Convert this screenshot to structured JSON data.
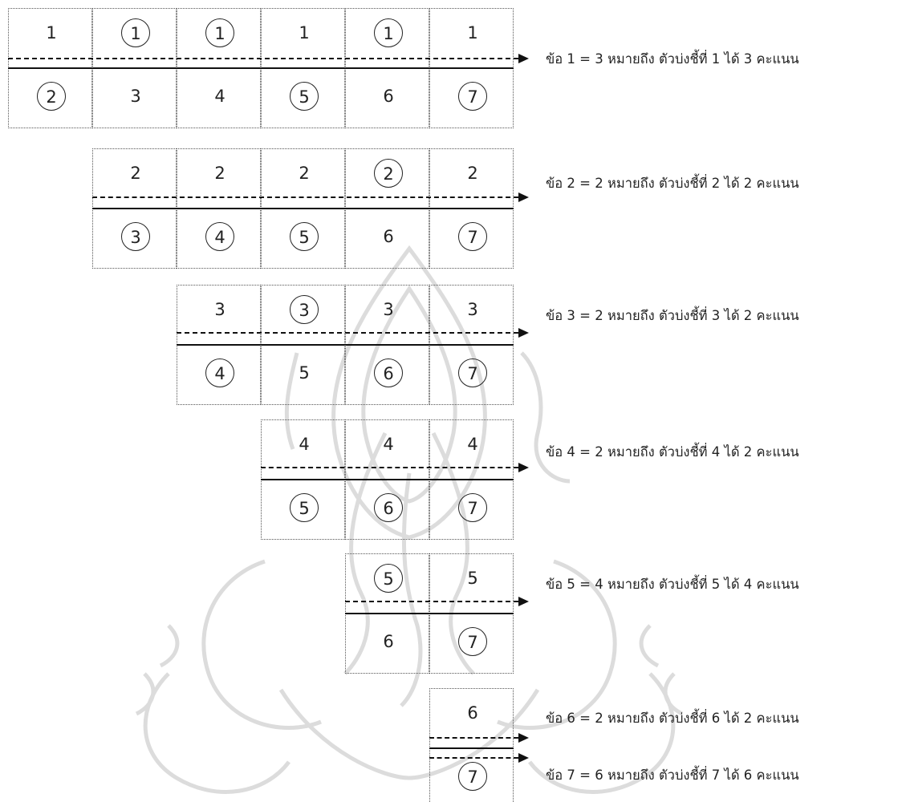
{
  "rows": [
    {
      "id": "1",
      "top_values": [
        {
          "v": "1",
          "c": false
        },
        {
          "v": "1",
          "c": true
        },
        {
          "v": "1",
          "c": true
        },
        {
          "v": "1",
          "c": false
        },
        {
          "v": "1",
          "c": true
        },
        {
          "v": "1",
          "c": false
        }
      ],
      "bottom_values": [
        {
          "v": "2",
          "c": true
        },
        {
          "v": "3",
          "c": false
        },
        {
          "v": "4",
          "c": false
        },
        {
          "v": "5",
          "c": true
        },
        {
          "v": "6",
          "c": false
        },
        {
          "v": "7",
          "c": true
        }
      ],
      "caption": "ข้อ 1 = 3 หมายถึง ตัวบ่งชี้ที่ 1 ได้ 3 คะแนน"
    },
    {
      "id": "2",
      "top_values": [
        {
          "v": "2",
          "c": false
        },
        {
          "v": "2",
          "c": false
        },
        {
          "v": "2",
          "c": false
        },
        {
          "v": "2",
          "c": true
        },
        {
          "v": "2",
          "c": false
        }
      ],
      "bottom_values": [
        {
          "v": "3",
          "c": true
        },
        {
          "v": "4",
          "c": true
        },
        {
          "v": "5",
          "c": true
        },
        {
          "v": "6",
          "c": false
        },
        {
          "v": "7",
          "c": true
        }
      ],
      "caption": "ข้อ 2 = 2 หมายถึง ตัวบ่งชี้ที่ 2 ได้ 2 คะแนน"
    },
    {
      "id": "3",
      "top_values": [
        {
          "v": "3",
          "c": false
        },
        {
          "v": "3",
          "c": true
        },
        {
          "v": "3",
          "c": false
        },
        {
          "v": "3",
          "c": false
        }
      ],
      "bottom_values": [
        {
          "v": "4",
          "c": true
        },
        {
          "v": "5",
          "c": false
        },
        {
          "v": "6",
          "c": true
        },
        {
          "v": "7",
          "c": true
        }
      ],
      "caption": "ข้อ 3 = 2 หมายถึง ตัวบ่งชี้ที่ 3 ได้ 2 คะแนน"
    },
    {
      "id": "4",
      "top_values": [
        {
          "v": "4",
          "c": false
        },
        {
          "v": "4",
          "c": false
        },
        {
          "v": "4",
          "c": false
        }
      ],
      "bottom_values": [
        {
          "v": "5",
          "c": true
        },
        {
          "v": "6",
          "c": true
        },
        {
          "v": "7",
          "c": true
        }
      ],
      "caption": "ข้อ 4 = 2 หมายถึง ตัวบ่งชี้ที่ 4 ได้ 2 คะแนน"
    },
    {
      "id": "5",
      "top_values": [
        {
          "v": "5",
          "c": true
        },
        {
          "v": "5",
          "c": false
        }
      ],
      "bottom_values": [
        {
          "v": "6",
          "c": false
        },
        {
          "v": "7",
          "c": true
        }
      ],
      "caption": "ข้อ 5 = 4 หมายถึง ตัวบ่งชี้ที่ 5 ได้ 4 คะแนน"
    },
    {
      "id": "6",
      "top_values": [
        {
          "v": "6",
          "c": false
        }
      ],
      "bottom_values": [
        {
          "v": "7",
          "c": true
        }
      ],
      "caption": "ข้อ 6 = 2 หมายถึง ตัวบ่งชี้ที่ 6 ได้ 2 คะแนน",
      "caption_extra": "ข้อ 7 = 6 หมายถึง ตัวบ่งชี้ที่ 7 ได้ 6 คะแนน"
    }
  ],
  "watermark": {
    "icon": "ganesha-seal-icon",
    "color": "#d8d8d8"
  }
}
